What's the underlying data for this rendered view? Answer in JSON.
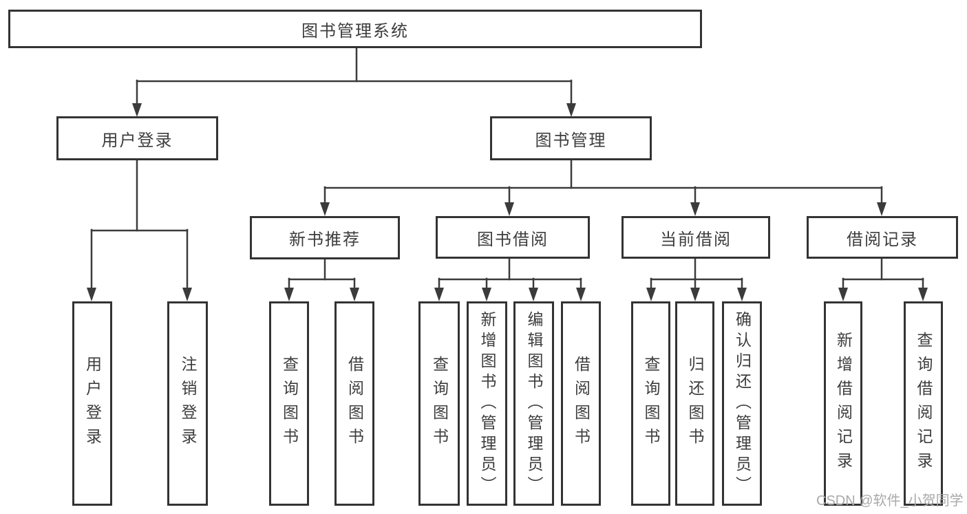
{
  "diagram": {
    "title": {
      "label": "图书管理系统"
    },
    "level2": [
      {
        "label": "用户登录"
      },
      {
        "label": "图书管理"
      }
    ],
    "level3": [
      {
        "label": "新书推荐",
        "parent": "图书管理"
      },
      {
        "label": "图书借阅",
        "parent": "图书管理"
      },
      {
        "label": "当前借阅",
        "parent": "图书管理"
      },
      {
        "label": "借阅记录",
        "parent": "图书管理"
      }
    ],
    "leaves": [
      {
        "label": "用户登录",
        "parent": "用户登录"
      },
      {
        "label": "注销登录",
        "parent": "用户登录"
      },
      {
        "label": "查询图书",
        "parent": "新书推荐"
      },
      {
        "label": "借阅图书",
        "parent": "新书推荐"
      },
      {
        "label": "查询图书",
        "parent": "图书借阅"
      },
      {
        "label": "新增图书（管理员）",
        "parent": "图书借阅"
      },
      {
        "label": "编辑图书（管理员）",
        "parent": "图书借阅"
      },
      {
        "label": "借阅图书",
        "parent": "图书借阅"
      },
      {
        "label": "查询图书",
        "parent": "当前借阅"
      },
      {
        "label": "归还图书",
        "parent": "当前借阅"
      },
      {
        "label": "确认归还（管理员）",
        "parent": "当前借阅"
      },
      {
        "label": "新增借阅记录",
        "parent": "借阅记录"
      },
      {
        "label": "查询借阅记录",
        "parent": "借阅记录"
      }
    ],
    "colors": {
      "line": "#3b3b3b",
      "box_border": "#333333",
      "text": "#3d3d3d",
      "background": "#ffffff"
    }
  },
  "watermark": {
    "text": "CSDN @软件_小贺同学",
    "color": "#a9a9a9"
  }
}
